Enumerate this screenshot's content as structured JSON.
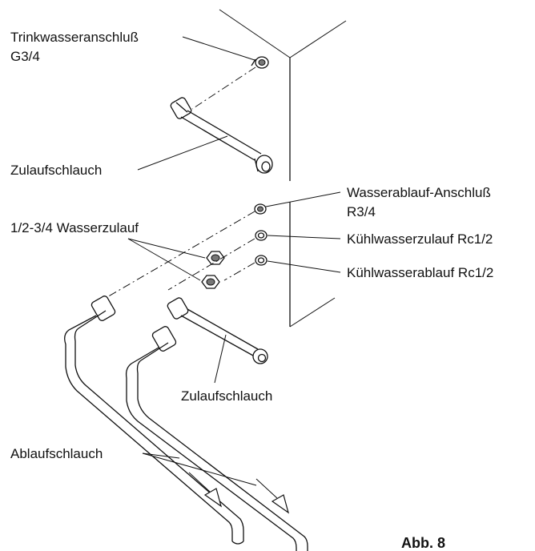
{
  "labels": {
    "trinkwasser_line1": "Trinkwasseranschluß",
    "trinkwasser_line2": "G3/4",
    "zulaufschlauch_top": "Zulaufschlauch",
    "wasserablauf_line1": "Wasserablauf-Anschluß",
    "wasserablauf_line2": "R3/4",
    "wasserzulauf": "1/2-3/4 Wasserzulauf",
    "kuehlwasserzulauf": "Kühlwasserzulauf Rc1/2",
    "kuehlwasserablauf": "Kühlwasserablauf Rc1/2",
    "zulaufschlauch_bottom": "Zulaufschlauch",
    "ablaufschlauch": "Ablaufschlauch",
    "figure_caption": "Abb. 8"
  },
  "colors": {
    "line": "#111111",
    "fill_dark": "#777777",
    "background": "#ffffff"
  }
}
